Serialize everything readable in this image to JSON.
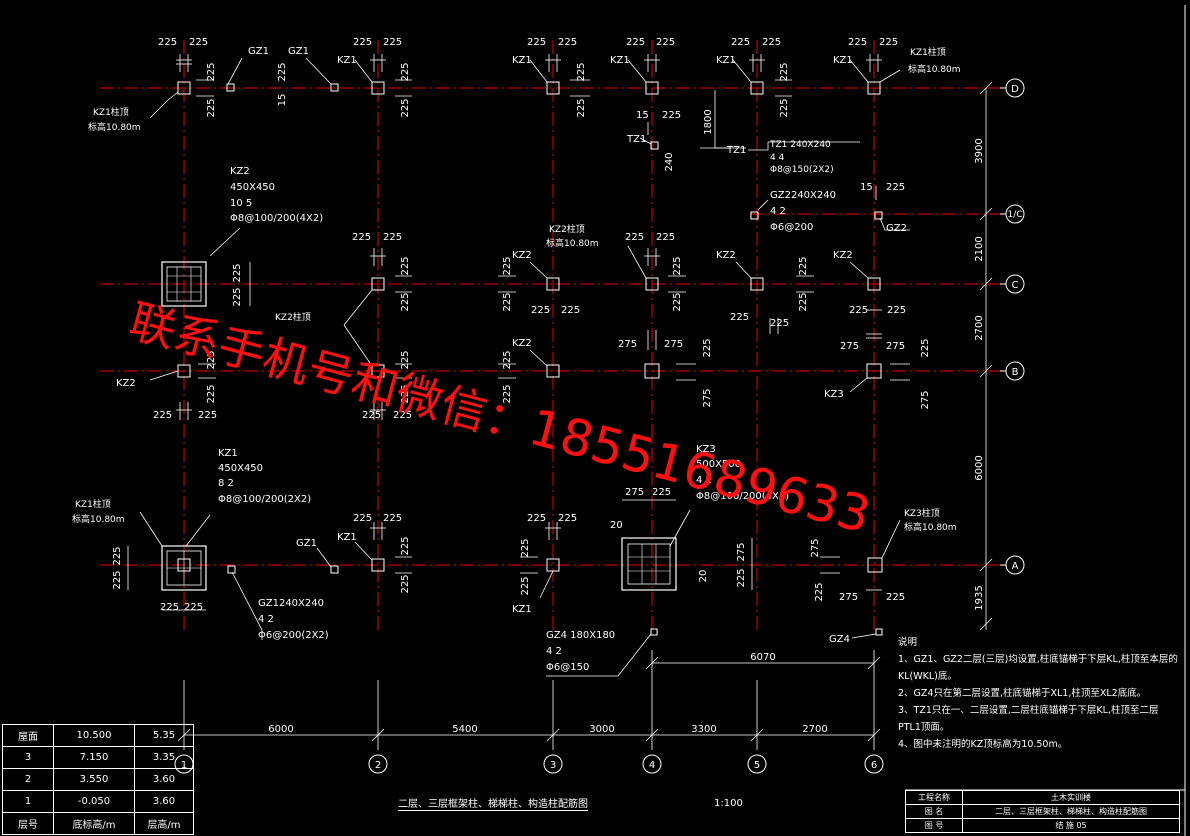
{
  "drawing": {
    "title": "二层、三层框架柱、梯梯柱、构造柱配筋图",
    "scale": "1:100"
  },
  "axes": {
    "horizontal": [
      {
        "label": "D"
      },
      {
        "label": "1/C"
      },
      {
        "label": "C"
      },
      {
        "label": "B"
      },
      {
        "label": "A"
      }
    ],
    "vertical": [
      {
        "label": "1"
      },
      {
        "label": "2"
      },
      {
        "label": "3"
      },
      {
        "label": "4"
      },
      {
        "label": "5"
      },
      {
        "label": "6"
      }
    ],
    "spans_x": [
      "6000",
      "5400",
      "3000",
      "3300",
      "2700"
    ],
    "span_6070": "6070",
    "spans_y": [
      "3900",
      "2100",
      "2700",
      "6000",
      "1935"
    ],
    "dim_1800": "1800"
  },
  "labels": {
    "kz1": "KZ1",
    "kz2": "KZ2",
    "kz3": "KZ3",
    "gz1": "GZ1",
    "gz2": "GZ2",
    "gz4": "GZ4",
    "tz1": "TZ1",
    "kz1_top": "KZ1柱顶",
    "kz2_top": "KZ2柱顶",
    "kz3_top": "KZ3柱顶",
    "elev_1080": "标高10.80m",
    "d225": "225",
    "d275": "275",
    "d15": "15",
    "d240": "240"
  },
  "sections": {
    "kz2": {
      "name": "KZ2",
      "size": "450X450",
      "bars": "10  5",
      "stirrup": "Φ8@100/200(4X2)"
    },
    "kz1": {
      "name": "KZ1",
      "size": "450X450",
      "bars": "8  2",
      "stirrup": "Φ8@100/200(2X2)"
    },
    "kz3": {
      "name": "KZ3",
      "size": "500X500",
      "bars": "4  2",
      "stirrup": "Φ8@100/200(4X4)"
    },
    "tz1": {
      "name": "TZ1 240X240",
      "bars": "4  4",
      "stirrup": "Φ8@150(2X2)"
    },
    "gz2": {
      "name": "GZ2240X240",
      "bars": "4  2",
      "stirrup": "Φ6@200"
    },
    "gz1": {
      "name": "GZ1240X240",
      "bars": "4  2",
      "stirrup": "Φ6@200(2X2)"
    },
    "gz4": {
      "name": "GZ4  180X180",
      "bars": "4  2",
      "stirrup": "Φ6@150"
    }
  },
  "section_dims": {
    "a": "20",
    "b": "20"
  },
  "notes": {
    "title": "说明",
    "items": [
      "1、GZ1、GZ2二层(三层)均设置,柱底锚梯于下层KL,柱顶至本层的KL(WKL)底。",
      "2、GZ4只在第二层设置,柱底锚梯于XL1,柱顶至XL2底底。",
      "3、TZ1只在一、二层设置,二层柱底锚梯于下层KL,柱顶至二层PTL1顶面。",
      "4、图中未注明的KZ顶标高为10.50m。"
    ]
  },
  "level_table": {
    "rows": [
      {
        "floor": "屋面",
        "elev": "10.500",
        "height": "5.35"
      },
      {
        "floor": "3",
        "elev": "7.150",
        "height": "3.35"
      },
      {
        "floor": "2",
        "elev": "3.550",
        "height": "3.60"
      },
      {
        "floor": "1",
        "elev": "-0.050",
        "height": "3.60"
      }
    ],
    "header": {
      "floor": "层号",
      "elev": "底标高/m",
      "height": "层高/m"
    }
  },
  "title_block": {
    "r1_label": "工程名称",
    "r1_value": "土木实训楼",
    "r2_label": "图  名",
    "r2_value": "二层、三层框架柱、梯梯柱、构造柱配筋图",
    "r3_label": "图  号",
    "r3_value": "结 施 05"
  },
  "watermark": {
    "line1": "联系手机号和微信：",
    "line2": "18551689633"
  },
  "colors": {
    "background": "#000000",
    "axis": "#ee0000",
    "watermark": "#ff1010",
    "lines": "#ffffff"
  }
}
